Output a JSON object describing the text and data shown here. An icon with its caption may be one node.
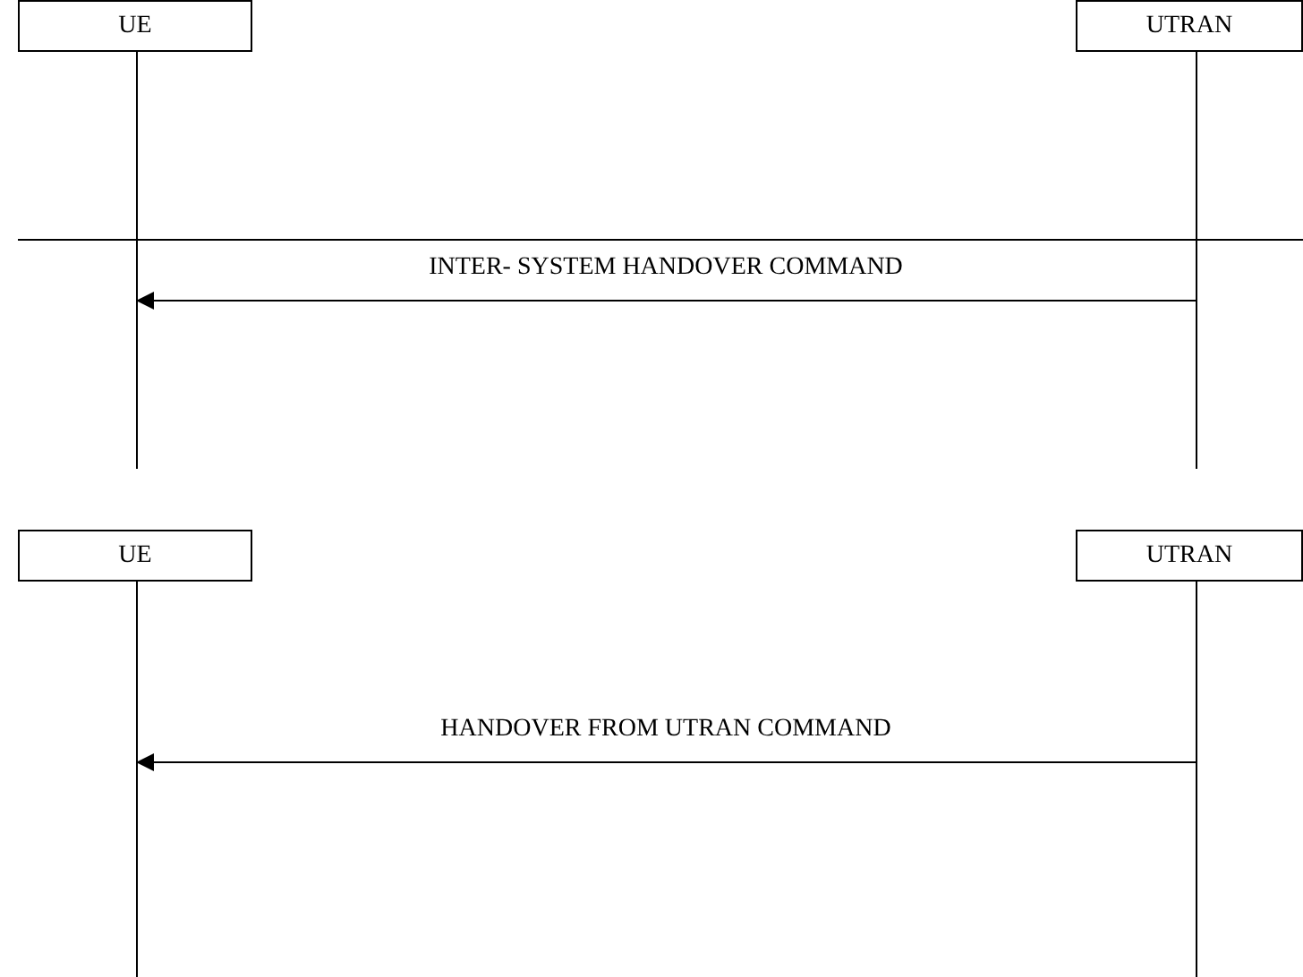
{
  "diagram": {
    "nodes": [
      {
        "text": [
          "UE"
        ]
      },
      {
        "text": [
          "UTRAN"
        ]
      },
      {
        "text": [
          "UE"
        ]
      },
      {
        "text": [
          "UTRAN"
        ]
      }
    ],
    "edges": [
      {
        "from": 1,
        "to": 0,
        "arrow": "to",
        "label": "INTER- SYSTEM HANDOVER COMMAND"
      },
      {
        "from": 3,
        "to": 2,
        "arrow": "to",
        "label": "HANDOVER FROM UTRAN COMMAND"
      }
    ]
  }
}
